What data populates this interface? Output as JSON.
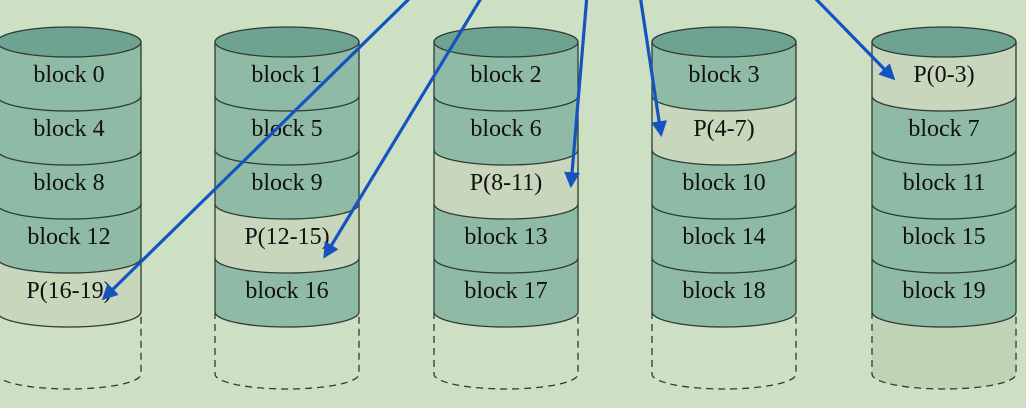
{
  "colors": {
    "background": "#cde0c4",
    "data_block": "#8fbaa5",
    "parity_block": "#c8d6bc",
    "disk_top": "#6fa391",
    "outline": "#2f3b36",
    "arrow": "#1554c0",
    "empty_slot": "#c0d3b4"
  },
  "disks": [
    {
      "blocks": [
        {
          "label": "block 0",
          "kind": "data"
        },
        {
          "label": "block 4",
          "kind": "data"
        },
        {
          "label": "block 8",
          "kind": "data"
        },
        {
          "label": "block 12",
          "kind": "data"
        },
        {
          "label": "P(16-19)",
          "kind": "parity"
        }
      ]
    },
    {
      "blocks": [
        {
          "label": "block 1",
          "kind": "data"
        },
        {
          "label": "block 5",
          "kind": "data"
        },
        {
          "label": "block 9",
          "kind": "data"
        },
        {
          "label": "P(12-15)",
          "kind": "parity"
        },
        {
          "label": "block 16",
          "kind": "data"
        }
      ]
    },
    {
      "blocks": [
        {
          "label": "block 2",
          "kind": "data"
        },
        {
          "label": "block 6",
          "kind": "data"
        },
        {
          "label": "P(8-11)",
          "kind": "parity"
        },
        {
          "label": "block 13",
          "kind": "data"
        },
        {
          "label": "block 17",
          "kind": "data"
        }
      ]
    },
    {
      "blocks": [
        {
          "label": "block 3",
          "kind": "data"
        },
        {
          "label": "P(4-7)",
          "kind": "parity"
        },
        {
          "label": "block 10",
          "kind": "data"
        },
        {
          "label": "block 14",
          "kind": "data"
        },
        {
          "label": "block 18",
          "kind": "data"
        }
      ]
    },
    {
      "blocks": [
        {
          "label": "P(0-3)",
          "kind": "parity"
        },
        {
          "label": "block 7",
          "kind": "data"
        },
        {
          "label": "block 11",
          "kind": "data"
        },
        {
          "label": "block 15",
          "kind": "data"
        },
        {
          "label": "block 19",
          "kind": "data"
        }
      ]
    }
  ],
  "arrows": [
    {
      "target_disk": 0,
      "target_block": 4
    },
    {
      "target_disk": 1,
      "target_block": 3
    },
    {
      "target_disk": 2,
      "target_block": 2
    },
    {
      "target_disk": 3,
      "target_block": 1
    },
    {
      "target_disk": 4,
      "target_block": 0
    }
  ]
}
